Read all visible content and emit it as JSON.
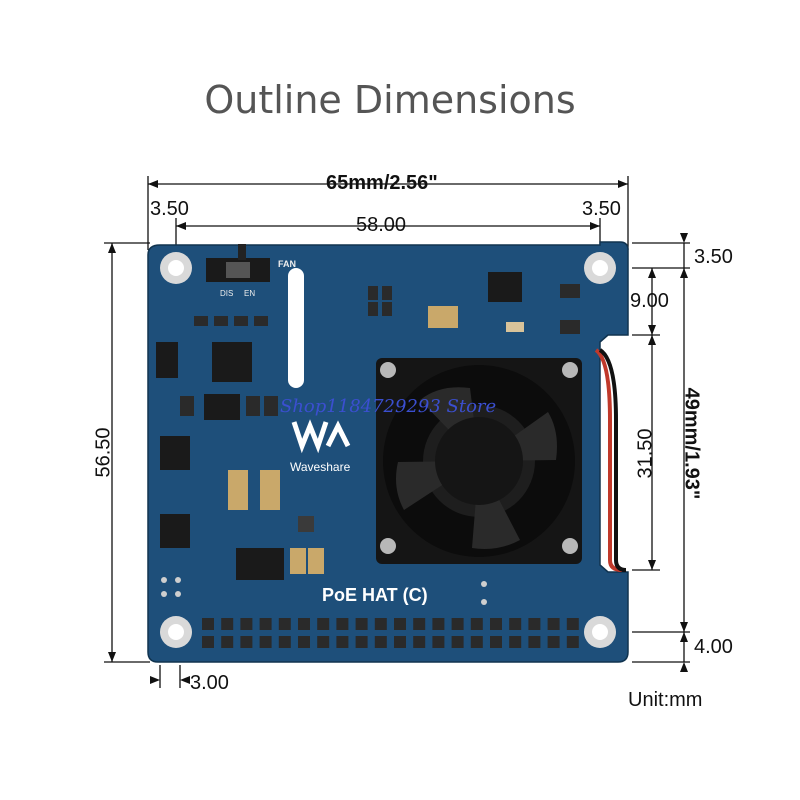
{
  "title": "Outline Dimensions",
  "dimensions": {
    "overall_width": "65mm/2.56\"",
    "left_margin": "3.50",
    "hole_spacing_x": "58.00",
    "right_margin": "3.50",
    "height_left": "56.50",
    "bottom_left_offset": "3.00",
    "top_right": "3.50",
    "right_9": "9.00",
    "right_31": "31.50",
    "right_bottom": "4.00",
    "overall_height": "49mm/1.93\""
  },
  "board": {
    "name": "PoE HAT (C)",
    "brand": "Waveshare",
    "switch_label": "FAN",
    "switch_dis": "DIS",
    "switch_en": "EN",
    "board_color": "#1e4f7a"
  },
  "watermark": "Shop1184729293 Store",
  "unit_label": "Unit:mm"
}
